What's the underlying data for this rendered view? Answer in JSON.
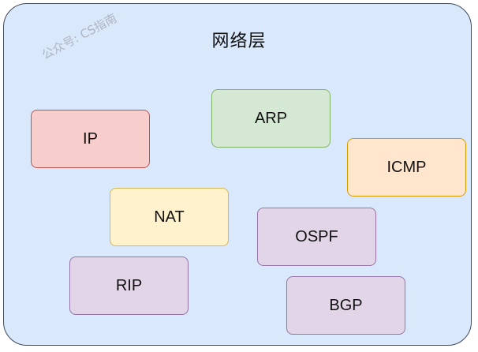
{
  "layer": {
    "title": "网络层",
    "watermark": "公众号: CS指南",
    "background_color": "#dae8fc"
  },
  "protocols": [
    {
      "id": "ip",
      "label": "IP",
      "color": "red"
    },
    {
      "id": "arp",
      "label": "ARP",
      "color": "green"
    },
    {
      "id": "icmp",
      "label": "ICMP",
      "color": "orange"
    },
    {
      "id": "nat",
      "label": "NAT",
      "color": "yellow"
    },
    {
      "id": "ospf",
      "label": "OSPF",
      "color": "purple"
    },
    {
      "id": "rip",
      "label": "RIP",
      "color": "purple"
    },
    {
      "id": "bgp",
      "label": "BGP",
      "color": "purple"
    }
  ],
  "colors": {
    "red": {
      "fill": "#f8cecc",
      "stroke": "#b85450"
    },
    "green": {
      "fill": "#d5e8d4",
      "stroke": "#82b366"
    },
    "orange": {
      "fill": "#ffe6cc",
      "stroke": "#d79b00"
    },
    "yellow": {
      "fill": "#fff2cc",
      "stroke": "#d6b656"
    },
    "purple": {
      "fill": "#e1d5e7",
      "stroke": "#9673a6"
    }
  }
}
